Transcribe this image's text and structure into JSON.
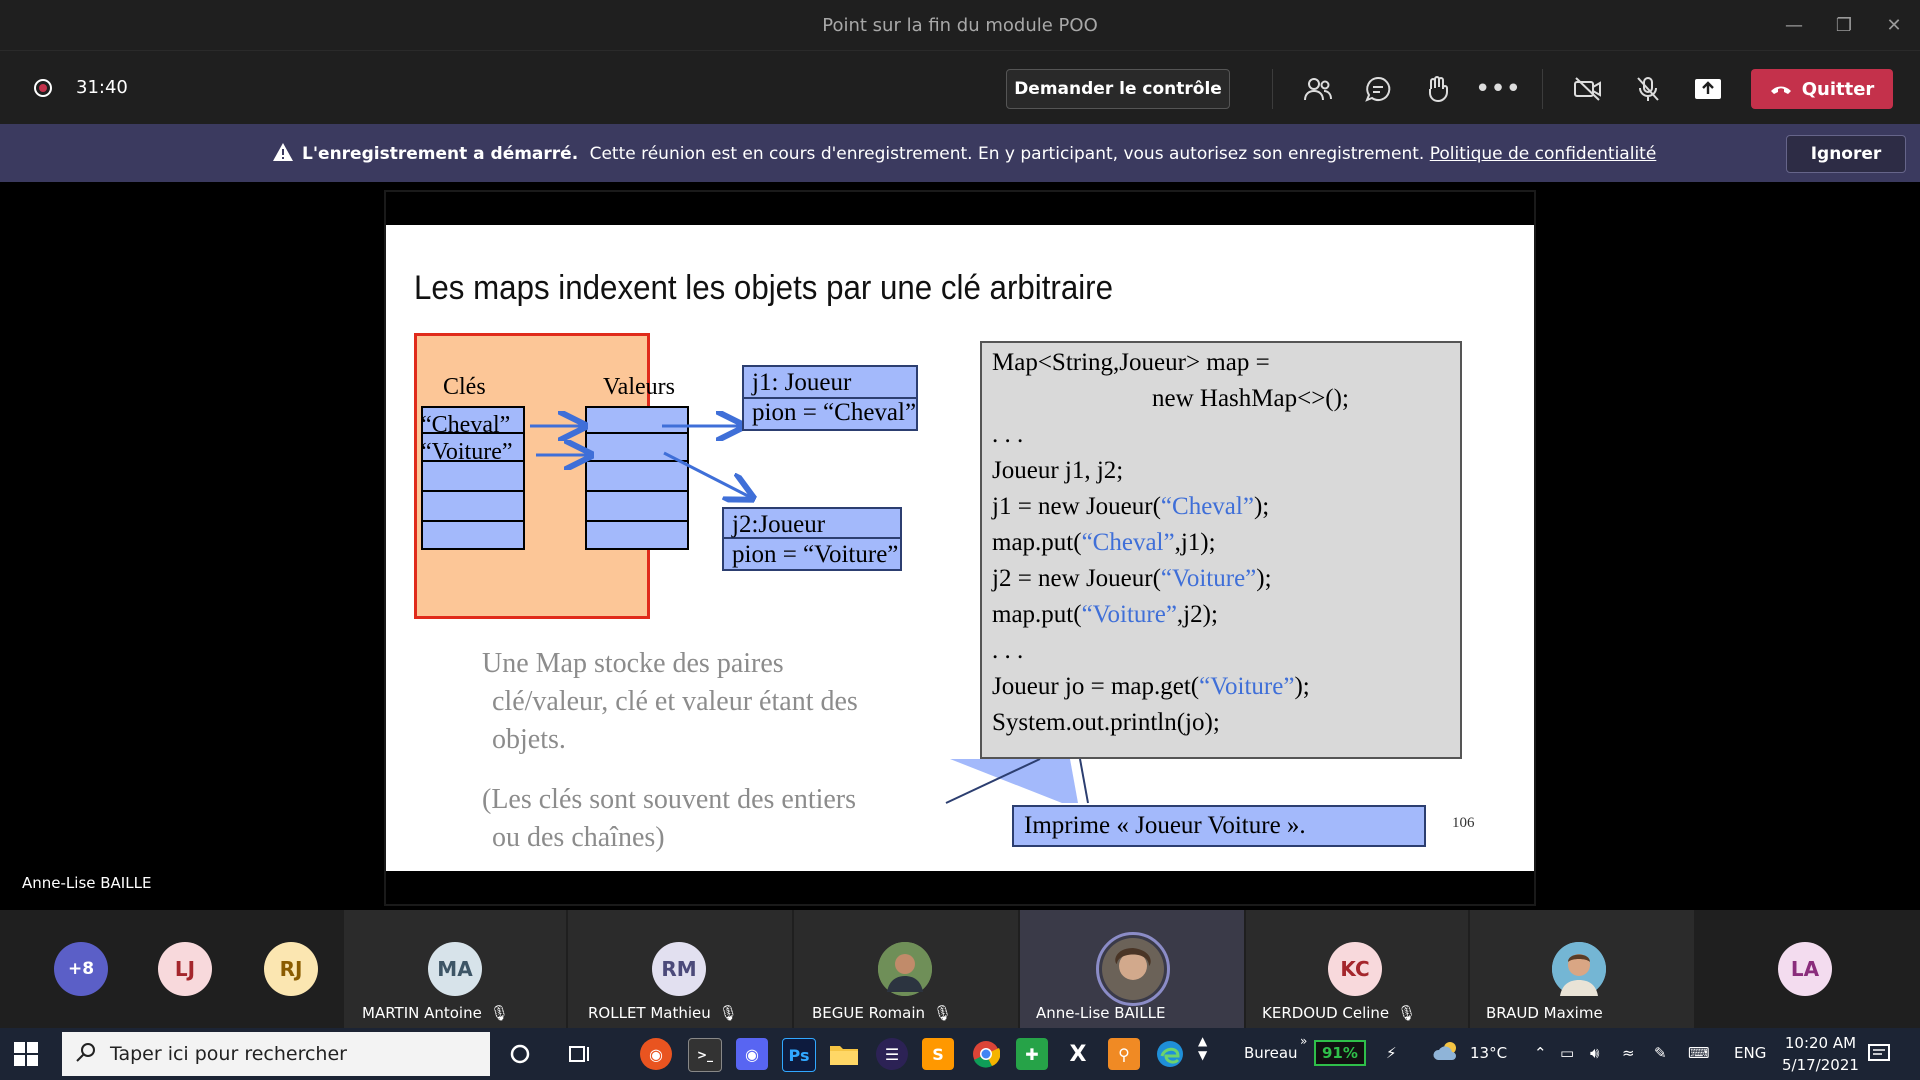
{
  "window": {
    "title": "Point sur la fin du module POO"
  },
  "meeting": {
    "timer": "31:40",
    "request_control": "Demander le contrôle",
    "quit_label": "Quitter"
  },
  "banner": {
    "bold": "L'enregistrement a démarré.",
    "message": "Cette réunion est en cours d'enregistrement. En y participant, vous autorisez son enregistrement.",
    "link": "Politique de confidentialité",
    "ignore_label": "Ignorer"
  },
  "slide": {
    "title": "Les maps indexent les objets par une clé arbitraire",
    "keys_header": "Clés",
    "values_header": "Valeurs",
    "key1": "“Cheval”",
    "key2": "“Voiture”",
    "obj1_line1": "j1: Joueur",
    "obj1_line2": "pion = “Cheval”",
    "obj2_line1": "j2:Joueur",
    "obj2_line2": "pion = “Voiture”",
    "code": {
      "l1": "Map<String,Joueur> map =",
      "l2": "new HashMap<>();",
      "l3": ". . .",
      "l4": "Joueur j1, j2;",
      "l5a": "j1 = new Joueur(",
      "l5b": "“Cheval”",
      "l5c": ");",
      "l6a": "map.put(",
      "l6b": "“Cheval”",
      "l6c": ",j1);",
      "l7a": "j2 = new Joueur(",
      "l7b": "“Voiture”",
      "l7c": ");",
      "l8a": "map.put(",
      "l8b": "“Voiture”",
      "l8c": ",j2);",
      "l9": ". . .",
      "l10a": "Joueur jo = map.get(",
      "l10b": "“Voiture”",
      "l10c": ");",
      "l11": "System.out.println(jo);"
    },
    "desc_line1": "Une Map stocke des paires",
    "desc_line2": "clé/valeur, clé et valeur étant des",
    "desc_line3": "objets.",
    "note_line1": "(Les clés sont souvent des entiers",
    "note_line2": "ou des chaînes)",
    "callout": "Imprime « Joueur Voiture ».",
    "page_number": "106"
  },
  "speaker_label": "Anne-Lise BAILLE",
  "participants": {
    "more": "+8",
    "p1": {
      "initials": "LJ"
    },
    "p2": {
      "initials": "RJ"
    },
    "p3": {
      "initials": "MA",
      "name": "MARTIN Antoine"
    },
    "p4": {
      "initials": "RM",
      "name": "ROLLET Mathieu"
    },
    "p5": {
      "name": "BEGUE Romain"
    },
    "p6": {
      "name": "Anne-Lise BAILLE"
    },
    "p7": {
      "initials": "KC",
      "name": "KERDOUD Celine"
    },
    "p8": {
      "name": "BRAUD Maxime"
    },
    "p9": {
      "initials": "LA"
    }
  },
  "taskbar": {
    "search_placeholder": "Taper ici pour rechercher",
    "desktop_label": "Bureau",
    "battery": "91%",
    "temperature": "13°C",
    "language": "ENG",
    "time": "10:20 AM",
    "date": "5/17/2021"
  },
  "colors": {
    "accent_red": "#c4314b",
    "banner": "#3b3a5f",
    "slide_blue": "#a3b9fb",
    "slide_orange": "#fcc697"
  }
}
